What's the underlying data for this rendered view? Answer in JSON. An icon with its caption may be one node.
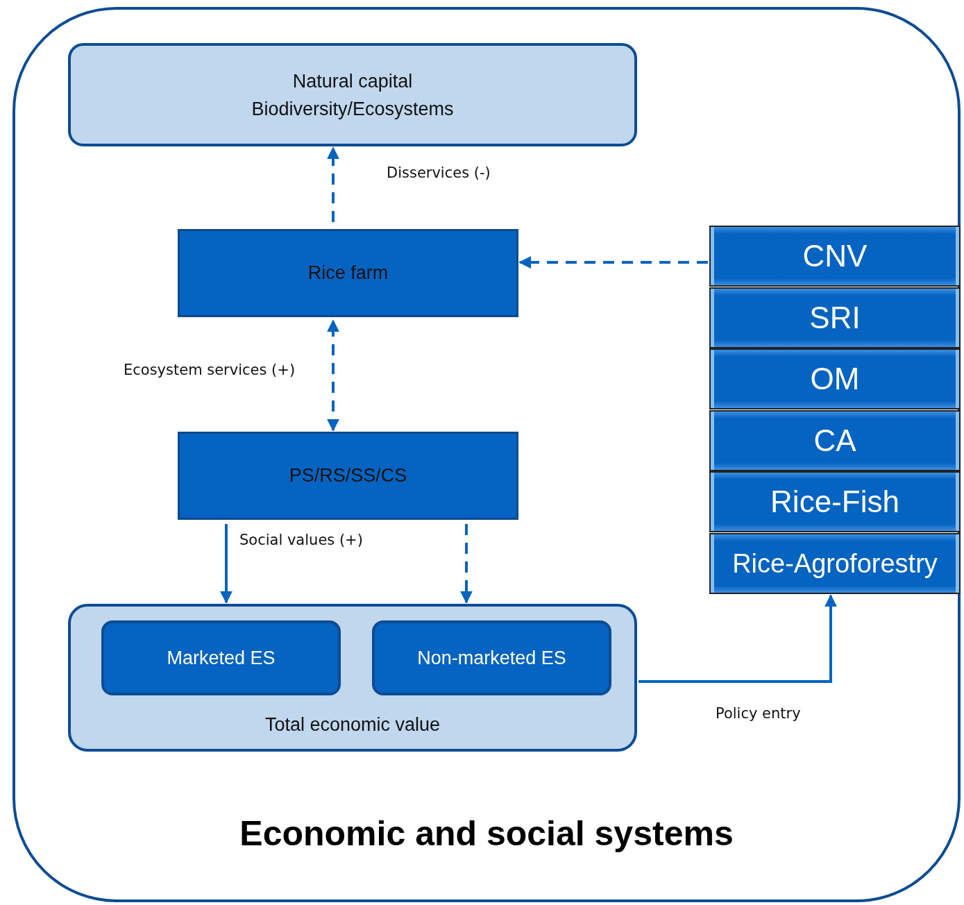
{
  "diagram": {
    "nodes": [
      {
        "text": [
          "Economic and social systems"
        ]
      },
      {
        "text": [
          "Natural capital",
          "Biodiversity/Ecosystems"
        ],
        "in": 0
      },
      {
        "text": [
          "Rice farm"
        ],
        "in": 0
      },
      {
        "text": [
          "PS/RS/SS/CS"
        ],
        "in": 0
      },
      {
        "text": [
          "Total economic value"
        ],
        "in": 0
      },
      {
        "text": [
          "Marketed ES"
        ],
        "in": 4
      },
      {
        "text": [
          "Non-marketed ES"
        ],
        "in": 4
      },
      {
        "text": [
          "CNV"
        ],
        "in": 0
      },
      {
        "text": [
          "SRI"
        ],
        "in": 0
      },
      {
        "text": [
          "OM"
        ],
        "in": 0
      },
      {
        "text": [
          "CA"
        ],
        "in": 0
      },
      {
        "text": [
          "Rice-Fish"
        ],
        "in": 0
      },
      {
        "text": [
          "Rice-Agroforestry"
        ],
        "in": 0
      }
    ],
    "edges": [
      {
        "from": 2,
        "to": 1,
        "arrow": "to",
        "style": "dashed",
        "label": "Disservices (-)"
      },
      {
        "from": 3,
        "to": 2,
        "arrow": "both",
        "style": "dashed",
        "label": "Ecosystem services (+)"
      },
      {
        "from": 3,
        "to": 4,
        "arrow": "to",
        "label": "Social values (+)"
      },
      {
        "from": 3,
        "to": 4,
        "arrow": "to",
        "style": "dashed"
      },
      {
        "from": 7,
        "to": 2,
        "arrow": "to",
        "style": "dashed"
      },
      {
        "from": 4,
        "to": 12,
        "arrow": "to",
        "label": "Policy entry"
      }
    ]
  }
}
